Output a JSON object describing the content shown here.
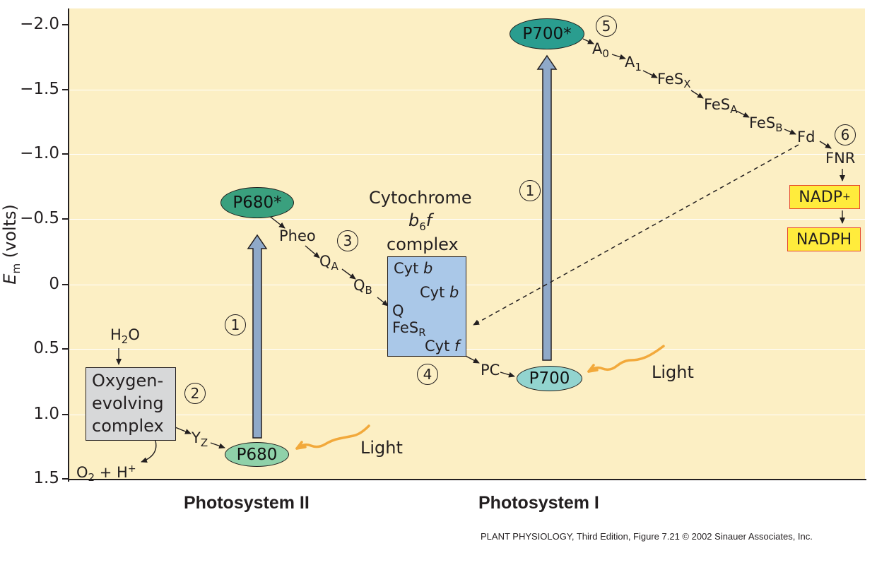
{
  "axis": {
    "ylabel_main": "E",
    "ylabel_sub": "m",
    "ylabel_unit": "(volts)",
    "ticks": [
      "-2.0",
      "-1.5",
      "-1.0",
      "-0.5",
      "0",
      "0.5",
      "1.0",
      "1.5"
    ],
    "ticks_display": [
      "−2.0",
      "−1.5",
      "−1.0",
      "−0.5",
      "0",
      "0.5",
      "1.0",
      "1.5"
    ]
  },
  "ps2": {
    "h2o": "H",
    "h2o_sub": "2",
    "h2o_tail": "O",
    "oec_line1": "Oxygen-",
    "oec_line2": "evolving",
    "oec_line3": "complex",
    "o2": "O",
    "o2_sub": "2",
    "o2_tail": " + H",
    "o2_sup": "+",
    "yz": "Y",
    "yz_sub": "Z",
    "p680": "P680",
    "p680_star": "P680*",
    "light": "Light",
    "pheo": "Pheo",
    "qa": "Q",
    "qa_sub": "A",
    "qb": "Q",
    "qb_sub": "B",
    "label": "Photosystem II"
  },
  "cytochrome": {
    "title1": "Cytochrome",
    "title2_main": "b",
    "title2_sub": "6",
    "title2_tail": "f",
    "title3": "complex",
    "cytb1_a": "Cyt ",
    "cytb1_b": "b",
    "cytb2_a": "Cyt ",
    "cytb2_b": "b",
    "q": "Q",
    "fes": "FeS",
    "fes_sub": "R",
    "cytf_a": "Cyt ",
    "cytf_b": "f"
  },
  "ps1": {
    "pc": "PC",
    "p700": "P700",
    "p700_star": "P700*",
    "light": "Light",
    "a0": "A",
    "a0_sub": "0",
    "a1": "A",
    "a1_sub": "1",
    "fesx": "FeS",
    "fesx_sub": "X",
    "fesa": "FeS",
    "fesa_sub": "A",
    "fesb": "FeS",
    "fesb_sub": "B",
    "fd": "Fd",
    "fnr": "FNR",
    "nadp": "NADP",
    "nadp_sup": "+",
    "nadph": "NADPH",
    "label": "Photosystem I"
  },
  "steps": [
    "1",
    "2",
    "3",
    "4",
    "5",
    "6"
  ],
  "steps_display": [
    "①",
    "②",
    "③",
    "④",
    "⑤",
    "⑥"
  ],
  "credit": {
    "book": "PLANT PHYSIOLOGY",
    "rest": ", Third Edition, Figure 7.21  © 2002 Sinauer Associates, Inc."
  },
  "colors": {
    "background": "#fcefc4",
    "arrow_fill": "#8fa9c9",
    "light_wave": "#f2a93b",
    "nadp_fill": "#ffec3c",
    "nadp_border": "#e6462d",
    "cyt_box": "#aac8e8",
    "oec_box": "#d7d8d9"
  }
}
